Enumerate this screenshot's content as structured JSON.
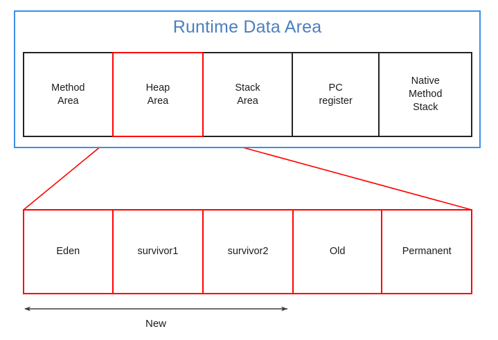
{
  "diagram": {
    "title": "Runtime Data Area",
    "title_color": "#4a7fbe",
    "frame_color": "#3a8ee6",
    "highlight_color": "#ff0000",
    "box_color": "#222222",
    "background": "#ffffff"
  },
  "runtime_data_area": {
    "label": "Runtime Data Area",
    "cells": [
      {
        "label": "Method\nArea",
        "line1": "Method",
        "line2": "Area",
        "line3": "",
        "highlighted": false
      },
      {
        "label": "Heap\nArea",
        "line1": "Heap",
        "line2": "Area",
        "line3": "",
        "highlighted": true
      },
      {
        "label": "Stack\nArea",
        "line1": "Stack",
        "line2": "Area",
        "line3": "",
        "highlighted": false
      },
      {
        "label": "PC\nregister",
        "line1": "PC",
        "line2": "register",
        "line3": "",
        "highlighted": false
      },
      {
        "label": "Native\nMethod\nStack",
        "line1": "Native",
        "line2": "Method",
        "line3": "Stack",
        "highlighted": false
      }
    ]
  },
  "heap_detail": {
    "cells": [
      {
        "label": "Eden"
      },
      {
        "label": "survivor1"
      },
      {
        "label": "survivor2"
      },
      {
        "label": "Old"
      },
      {
        "label": "Permanent"
      }
    ],
    "span_label": "New",
    "span_covers": [
      "Eden",
      "survivor1",
      "survivor2"
    ]
  }
}
